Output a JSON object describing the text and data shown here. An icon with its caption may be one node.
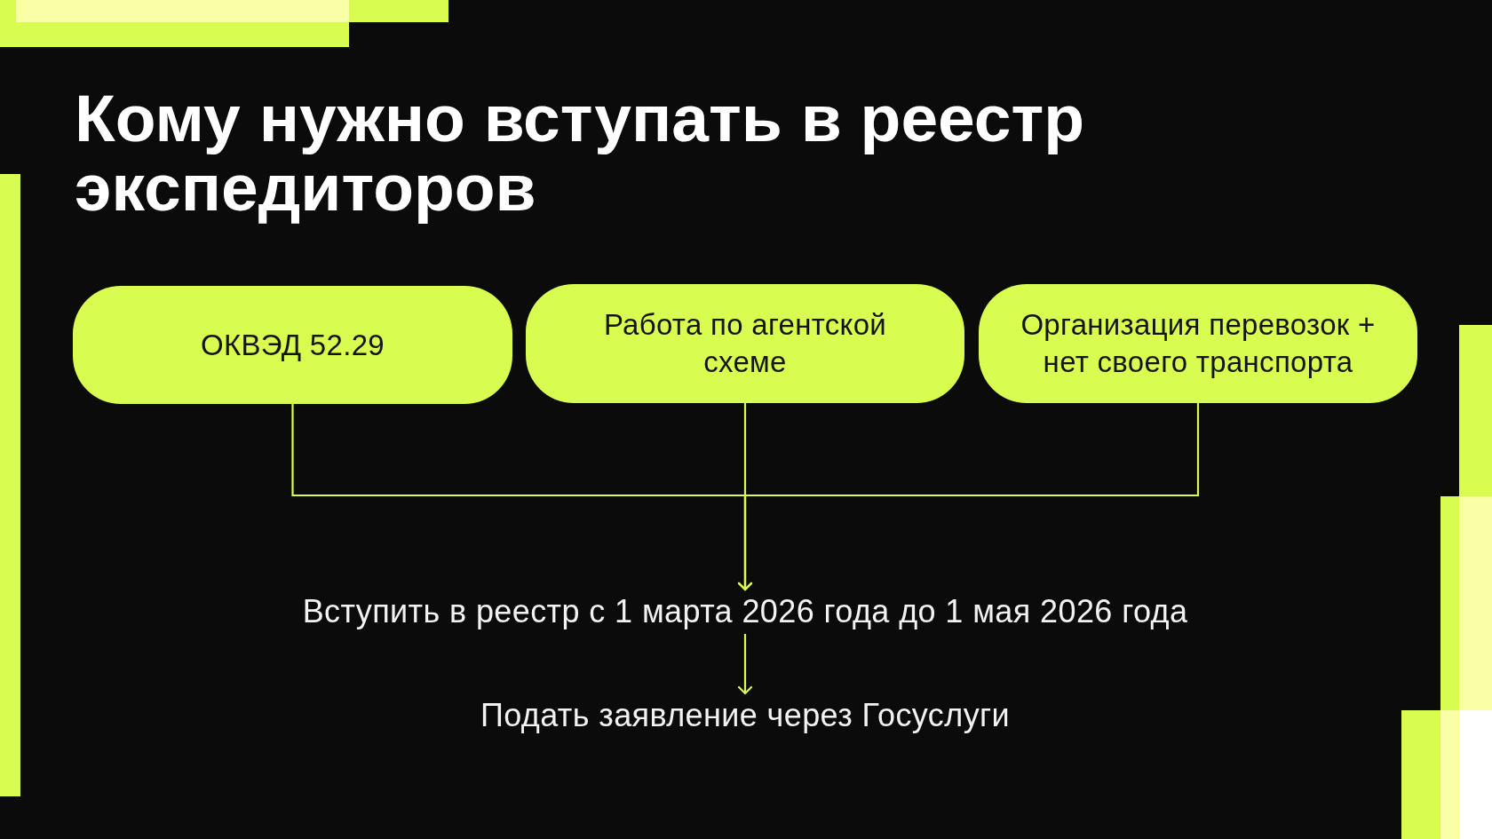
{
  "diagram": {
    "title": "Кому нужно вступать в реестр экспедиторов",
    "nodes": [
      {
        "text": [
          "ОКВЭД 52.29"
        ]
      },
      {
        "text": [
          "Работа по агентской схеме"
        ]
      },
      {
        "text": [
          "Организация перевозок + нет своего транспорта"
        ]
      },
      {
        "text": [
          "Вступить в реестр с 1 марта 2026 года до 1 мая 2026 года"
        ]
      },
      {
        "text": [
          "Подать заявление через Госуслуги"
        ]
      }
    ],
    "edges": [
      {
        "from": 0,
        "to": 3,
        "arrow": "to"
      },
      {
        "from": 1,
        "to": 3,
        "arrow": "to"
      },
      {
        "from": 2,
        "to": 3,
        "arrow": "to"
      },
      {
        "from": 3,
        "to": 4,
        "arrow": "to"
      }
    ]
  }
}
